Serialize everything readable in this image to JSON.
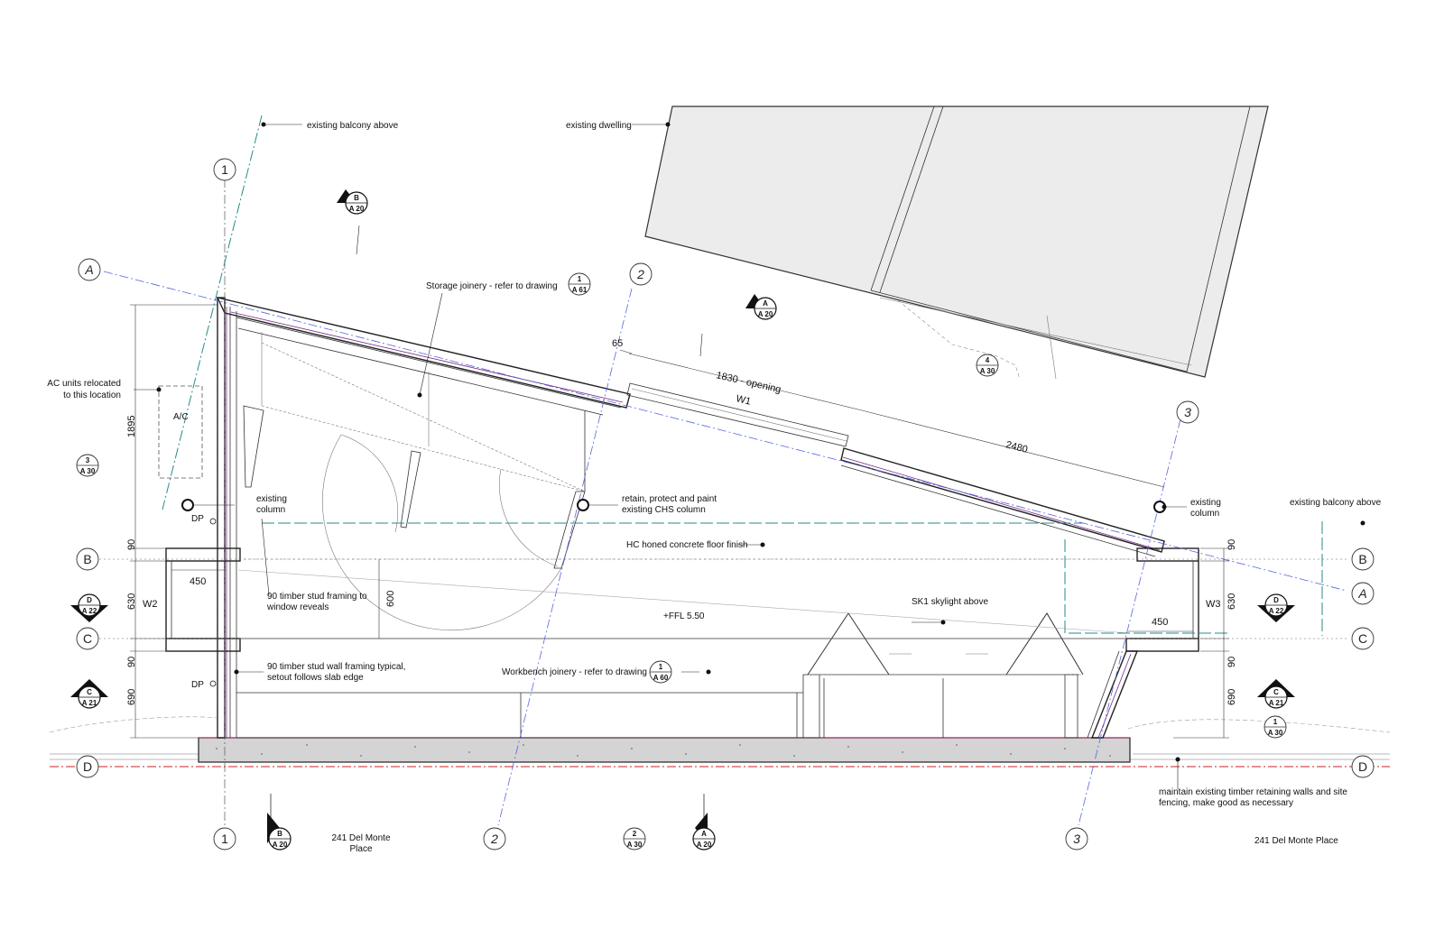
{
  "notes": {
    "balcony_above_top": "existing balcony above",
    "dwelling": "existing dwelling",
    "storage": "Storage joinery - refer to drawing",
    "ac_line1": "AC units relocated",
    "ac_line2": "to this location",
    "ac_tag": "A/C",
    "column_left_1": "existing",
    "column_left_2": "column",
    "chs_1": "retain, protect and paint",
    "chs_2": "existing CHS column",
    "column_right_1": "existing",
    "column_right_2": "column",
    "balcony_above_right": "existing balcony above",
    "floor_finish": "HC honed concrete floor finish",
    "stud_reveal_1": "90 timber stud framing to",
    "stud_reveal_2": "window reveals",
    "ffl": "+FFL 5.50",
    "skylight": "SK1 skylight above",
    "stud_typ_1": "90 timber stud wall framing typical,",
    "stud_typ_2": "setout follows slab edge",
    "workbench": "Workbench joinery - refer to drawing",
    "retaining_1": "maintain existing timber retaining walls and site",
    "retaining_2": "fencing, make good as necessary",
    "address_left_1": "241 Del Monte",
    "address_left_2": "Place",
    "address_right": "241 Del Monte Place",
    "dp_top": "DP",
    "dp_bottom": "DP"
  },
  "windows": {
    "w1": "W1",
    "w2": "W2",
    "w3": "W3"
  },
  "dimensions": {
    "d65": "65",
    "opening": "1830 - opening",
    "d2480": "2480",
    "d1895": "1895",
    "d90a": "90",
    "d630a": "630",
    "d90b": "90",
    "d690a": "690",
    "d450a": "450",
    "d600": "600",
    "d450b": "450",
    "d90c": "90",
    "d630b": "630",
    "d90d": "90",
    "d690b": "690"
  },
  "gridlines": {
    "g1_top": "1",
    "g1_bottom": "1",
    "g2_top": "2",
    "g2_bottom": "2",
    "g3_top": "3",
    "g3_bottom": "3",
    "gA_left": "A",
    "gA_right": "A",
    "gB_left": "B",
    "gB_right": "B",
    "gC_left": "C",
    "gC_right": "C",
    "gD_left": "D",
    "gD_right": "D"
  },
  "references": {
    "ref_a61_top": "1",
    "ref_a61_bot": "A 61",
    "ref_a60_top": "1",
    "ref_a60_bot": "A 60",
    "ref_a30_left_top": "3",
    "ref_a30_left_bot": "A 30",
    "ref_a30_dw_top": "4",
    "ref_a30_dw_bot": "A 30",
    "ref_a30_bottom_top": "2",
    "ref_a30_bottom_bot": "A 30",
    "ref_a30_right_top": "1",
    "ref_a30_right_bot": "A 30"
  },
  "section_markers": {
    "s_b_top_top": "B",
    "s_b_top_bot": "A 20",
    "s_a_top_top": "A",
    "s_a_top_bot": "A 20",
    "s_d_left_top": "D",
    "s_d_left_bot": "A 22",
    "s_c_left_top": "C",
    "s_c_left_bot": "A 21",
    "s_d_right_top": "D",
    "s_d_right_bot": "A 22",
    "s_c_right_top": "C",
    "s_c_right_bot": "A 21",
    "s_b_bottom_top": "B",
    "s_b_bottom_bot": "A 20",
    "s_a_bottom_top": "A",
    "s_a_bottom_bot": "A 20"
  },
  "colors": {
    "grid_blue": "#5566dd",
    "teal_dash": "#2a8a88",
    "red_boundary": "#cc2222",
    "insulation_purple": "#7a2a8a",
    "slab_fill": "#d4d4d4",
    "dwelling_fill": "#ececec"
  }
}
